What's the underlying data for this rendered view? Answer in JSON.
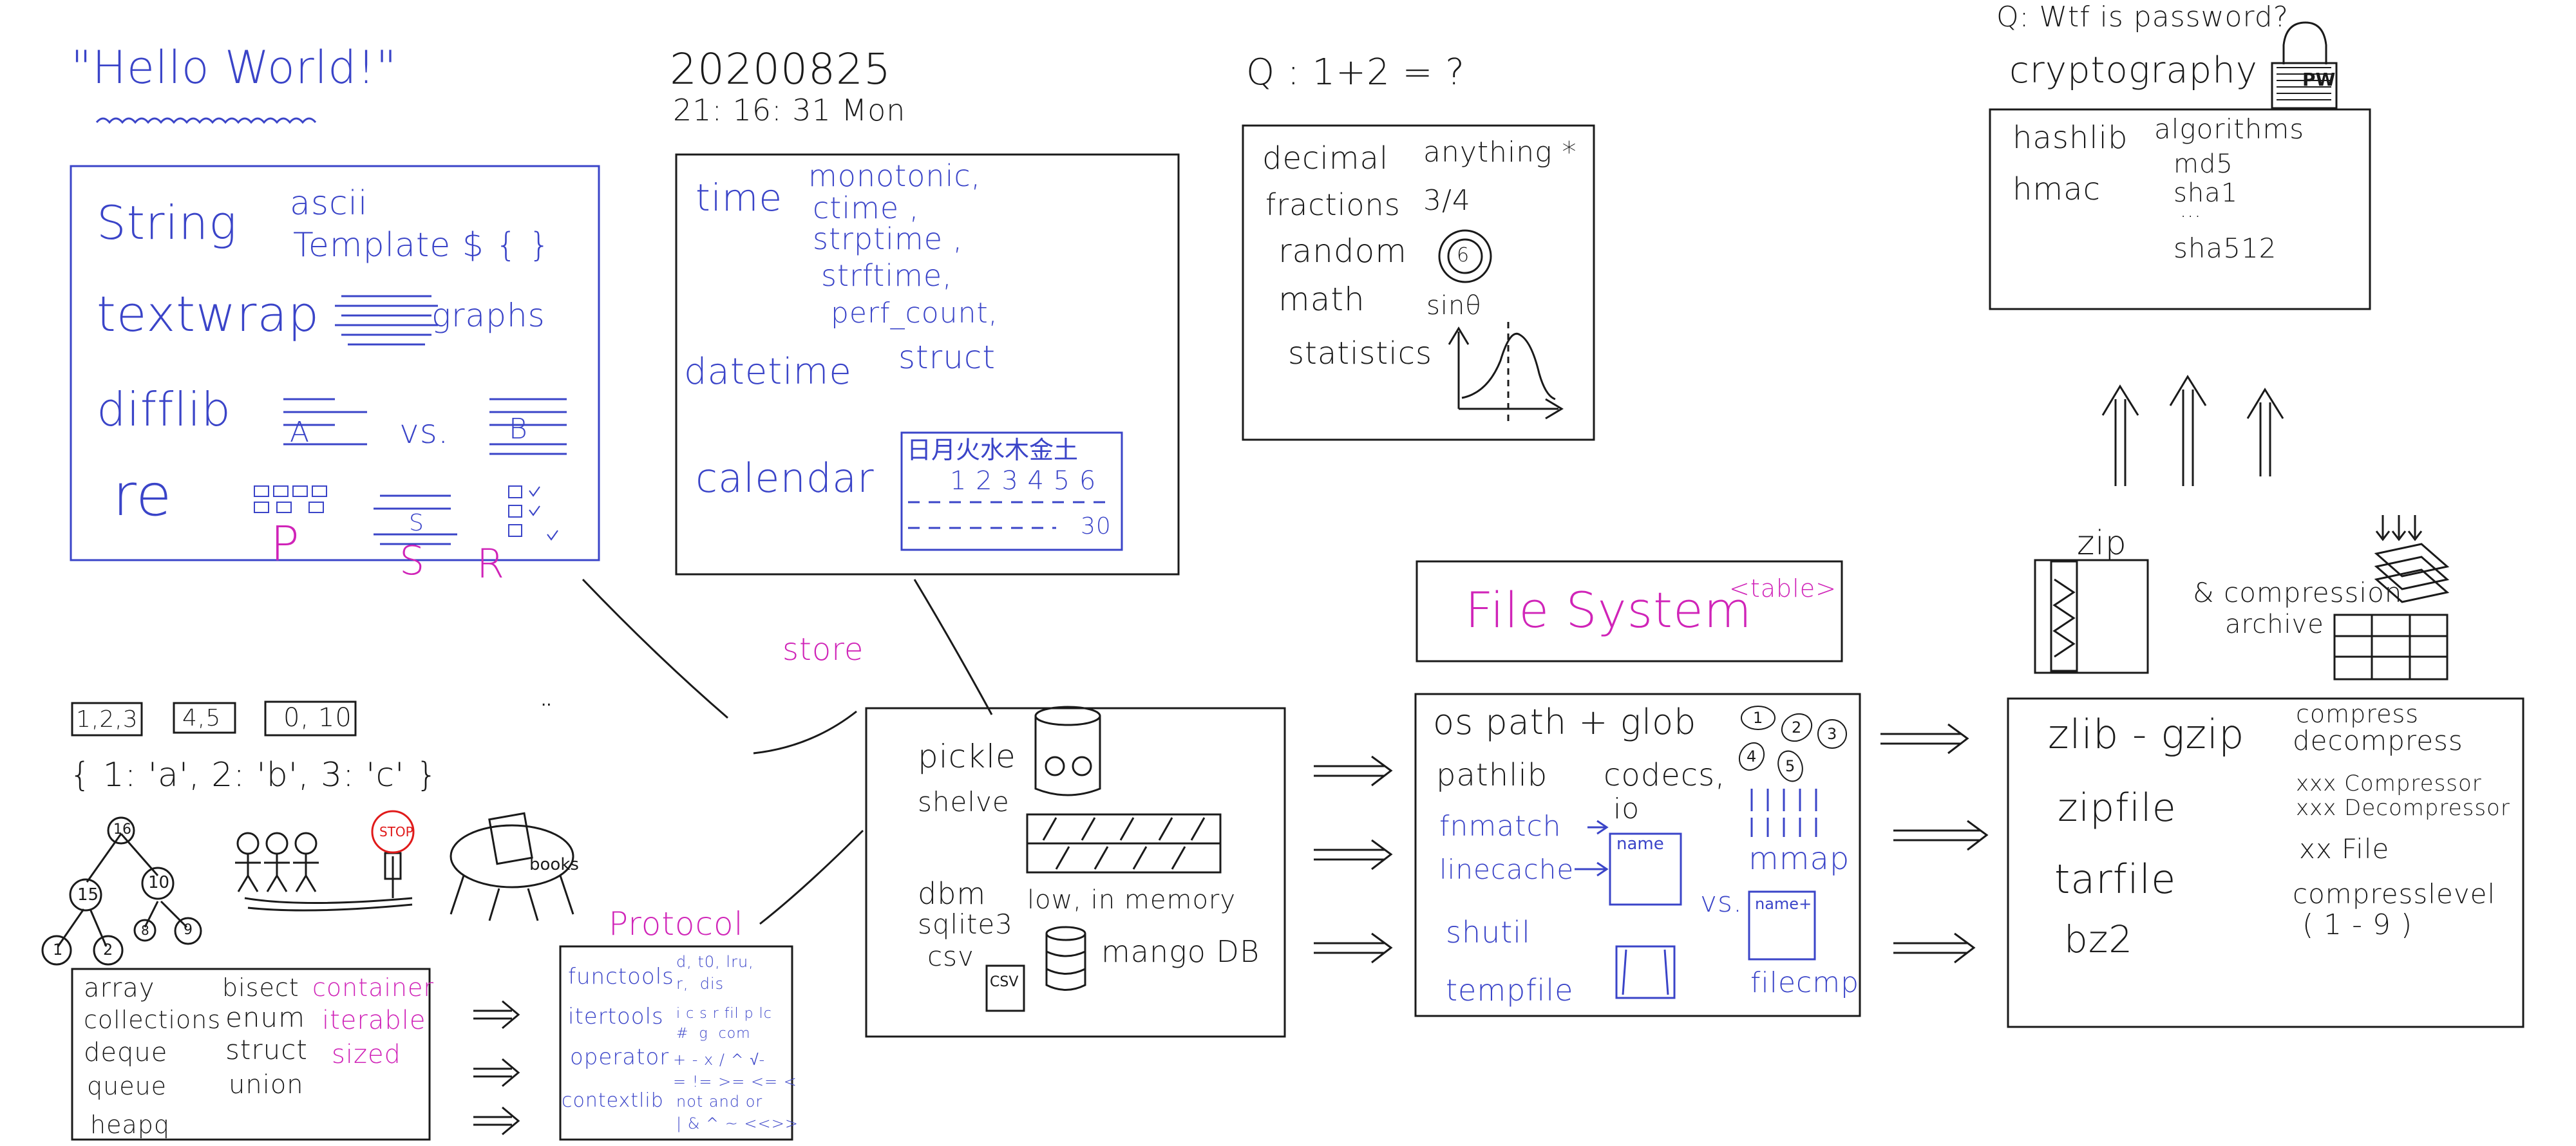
{
  "top_left": {
    "hello": "\"Hello World!\"",
    "text_box": {
      "string": "String",
      "ascii": "ascii",
      "template": "Template $ { }",
      "textwrap": "textwrap",
      "graphs": "graphs",
      "difflib": "difflib",
      "a": "A",
      "vs": "vs.",
      "b": "B",
      "re": "re",
      "s": "S",
      "p": "P",
      "s2": "S",
      "r": "R"
    }
  },
  "date": {
    "date": "20200825",
    "time": "21: 16: 31   Mon"
  },
  "time_box": {
    "time": "time",
    "items": [
      "monotonic,",
      "ctime ,",
      "strptime ,",
      "strftime,",
      "perf_count,"
    ],
    "datetime": "datetime",
    "struct": "struct",
    "calendar": "calendar",
    "cal_head": "日月火水木金土",
    "cal_row": "1 2 3 4 5 6",
    "cal_end": "30"
  },
  "math_box": {
    "question": "Q :  1+2 = ?",
    "rows": [
      {
        "name": "decimal",
        "note": "anything *"
      },
      {
        "name": "fractions",
        "note": "3/4"
      },
      {
        "name": "random",
        "note": ""
      },
      {
        "name": "math",
        "note": "sinθ"
      },
      {
        "name": "statistics",
        "note": ""
      }
    ],
    "dice_num": "6"
  },
  "crypto": {
    "question": "Q:   Wtf is password?",
    "title": "cryptography",
    "lock_label": "PW",
    "left": [
      "hashlib",
      "hmac"
    ],
    "right": [
      "algorithms",
      "md5",
      "sha1",
      "...",
      "sha512"
    ]
  },
  "data_types": {
    "lists": [
      "1,2,3",
      "4,5",
      "0, 10"
    ],
    "dict": "{ 1: 'a',  2: 'b',  3: 'c' }",
    "tree": [
      "16",
      "15",
      "10",
      "1",
      "2",
      "8",
      "9"
    ],
    "stop": "STOP",
    "books": "books",
    "dot": "..",
    "col1": [
      "array",
      "collections",
      "deque",
      "queue",
      "heapq"
    ],
    "col2": [
      "bisect",
      "enum",
      "struct",
      "union"
    ],
    "col3": [
      "container",
      "iterable",
      "sized"
    ]
  },
  "protocol": {
    "title": "Protocol",
    "rows": [
      {
        "name": "functools",
        "note": "d, t0, lru,\nr,  dis"
      },
      {
        "name": "itertools",
        "note": "i c s r fil p lc\n#  g  com"
      },
      {
        "name": "operator",
        "note": "+ - x / ^ √-\n= != >= <= <"
      },
      {
        "name": "contextlib",
        "note": "not and or\n| & ^ ~ <<>>"
      }
    ]
  },
  "store": {
    "label": "store",
    "pickle": "pickle",
    "shelve": "shelve",
    "dbm": "dbm",
    "sqlite": "sqlite3",
    "csv": "csv",
    "low": "low, in memory",
    "mango": "mango DB",
    "csv_icon": "CSV"
  },
  "filesystem": {
    "title": "File System",
    "tag": "<table>",
    "ospath": "os path   +   glob",
    "pathlib": "pathlib",
    "codecs": "codecs,",
    "io": "io",
    "fnmatch": "fnmatch",
    "linecache": "linecache",
    "name1": "name",
    "vs": "vs.",
    "name2": "name+",
    "mmap": "mmap",
    "shutil": "shutil",
    "tempfile": "tempfile",
    "filecmp": "filecmp",
    "circles": [
      "1",
      "2",
      "3",
      "4",
      "5"
    ]
  },
  "compression": {
    "zip": "zip",
    "label1": "& compression",
    "label2": "archive",
    "left": [
      "zlib - gzip",
      "zipfile",
      "tarfile",
      "bz2"
    ],
    "right": [
      "compress",
      "decompress",
      "xxx Compressor",
      "xxx Decompressor",
      "xx File",
      "compresslevel",
      "( 1 - 9 )"
    ]
  }
}
